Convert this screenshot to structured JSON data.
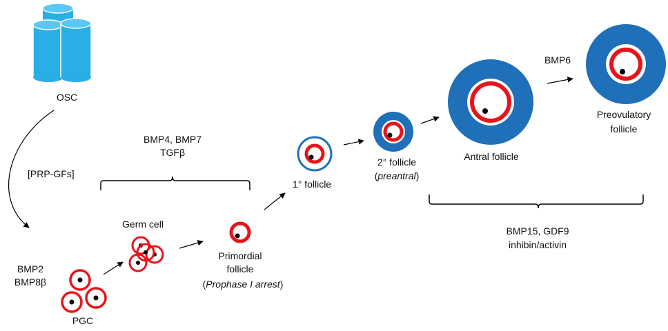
{
  "labels": {
    "osc": "OSC",
    "prp_gfs": "[PRP-GFs]",
    "bmp2": "BMP2",
    "bmp8b": "BMP8β",
    "pgc": "PGC",
    "germ_cell": "Germ cell",
    "bmp4_bmp7": "BMP4, BMP7",
    "tgfb": "TGFβ",
    "primordial_line1": "Primordial",
    "primordial_line2": "follicle",
    "prophase_open": "(",
    "prophase_text": "Prophase I arrest",
    "prophase_close": ")",
    "primary_follicle": "1° follicle",
    "secondary_follicle": "2° follicle",
    "preantral_open": "(",
    "preantral_text": "preantral",
    "preantral_close": ")",
    "antral_follicle": "Antral follicle",
    "bmp6": "BMP6",
    "preovulatory_line1": "Preovulatory",
    "preovulatory_line2": "follicle",
    "bmp15_gdf9": "BMP15, GDF9",
    "inhibin_activin": "inhibin/activin"
  },
  "colors": {
    "osc_fill": "#29aee6",
    "osc_stroke": "#1b7fc0",
    "ring_red": "#e8141b",
    "granulosa_blue": "#1f6fb9",
    "nucleus": "#000000",
    "text": "#111111"
  }
}
